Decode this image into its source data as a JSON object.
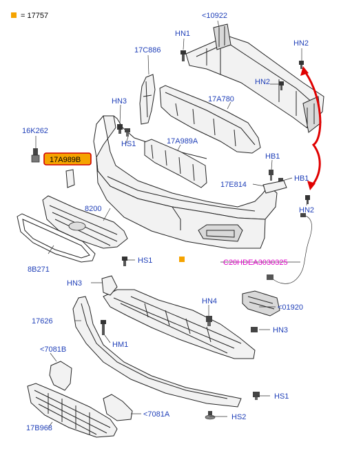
{
  "legend": {
    "value": "= 17757",
    "marker_color": "#f5a300"
  },
  "colors": {
    "label": "#1f3fb8",
    "connector_label": "#e000c8",
    "highlight": "#f5a300",
    "highlight_border": "#d00000",
    "arrow": "#e00000"
  },
  "labels": {
    "c10922": "<10922",
    "hn1_top": "HN1",
    "hn2_top": "HN2",
    "c17c886": "17C886",
    "hn2_mid": "HN2",
    "hn3_top": "HN3",
    "c17a780": "17A780",
    "c16k262": "16K262",
    "hs1_top": "HS1",
    "c17a989a": "17A989A",
    "hb1_a": "HB1",
    "highlight_part": "17A989B",
    "hb1_b": "HB1",
    "c17e814": "17E814",
    "c8200": "8200",
    "hn2_right": "HN2",
    "c8b271": "8B271",
    "hs1_mid": "HS1",
    "connector": "C20HDEA3030325",
    "hn3_mid": "HN3",
    "hn4": "HN4",
    "c01920": "<01920",
    "c17626": "17626",
    "hn3_low": "HN3",
    "hm1": "HM1",
    "c7081b": "<7081B",
    "hs1_low": "HS1",
    "c7081a": "<7081A",
    "hs2": "HS2",
    "c17b968": "17B968"
  }
}
